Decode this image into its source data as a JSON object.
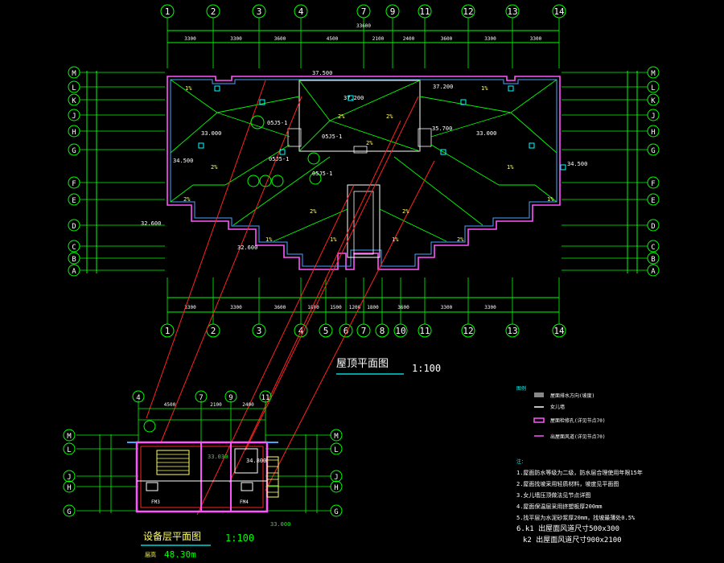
{
  "colors": {
    "background": "#000000",
    "axis": "#00ff00",
    "wall": "#ff55ff",
    "wall_inner": "#4aa3ff",
    "text": "#ffffff",
    "annotation": "#ffff66",
    "slope": "#00ffff",
    "hatch": "#ff2222",
    "dim": "#00ff00",
    "white": "#ffffff"
  },
  "top_plan": {
    "col_labels_top": [
      "1",
      "2",
      "3",
      "4",
      "7",
      "9",
      "11",
      "12",
      "13",
      "14"
    ],
    "col_labels_bottom": [
      "1",
      "2",
      "3",
      "4",
      "5",
      "6",
      "7",
      "8",
      "10",
      "11",
      "12",
      "13",
      "14"
    ],
    "row_labels": [
      "M",
      "L",
      "K",
      "J",
      "H",
      "G",
      "F",
      "E",
      "D",
      "C",
      "B",
      "A"
    ],
    "top_dims": [
      "3300",
      "3300",
      "3600",
      "4500",
      "2100",
      "2400",
      "3600",
      "3300",
      "3300"
    ],
    "total_dim": "33600",
    "bottom_dims": [
      "3300",
      "3300",
      "3600",
      "1800",
      "1500",
      "1200",
      "1800",
      "3600",
      "3300",
      "3300"
    ],
    "title": "屋顶平面图",
    "scale": "1:100",
    "elevations": [
      "37.500",
      "37.200",
      "37.200",
      "33.000",
      "33.000",
      "35.700",
      "34.500",
      "34.500",
      "32.600",
      "32.600"
    ],
    "slopes": [
      "1%",
      "1%",
      "2%",
      "2%",
      "2%",
      "1%",
      "2%",
      "2%",
      "2%",
      "1%",
      "1%",
      "1%",
      "1%",
      "2%",
      "2%"
    ],
    "details": [
      "05J5-1",
      "05J5-1",
      "05J5-1",
      "05J5-1"
    ]
  },
  "bottom_plan": {
    "col_labels": [
      "4",
      "7",
      "9",
      "11"
    ],
    "row_labels_left": [
      "M",
      "L",
      "J",
      "H",
      "G"
    ],
    "row_labels_right": [
      "M",
      "L",
      "J",
      "H",
      "G"
    ],
    "dims": [
      "4500",
      "2100",
      "2400"
    ],
    "title": "设备层平面图",
    "scale": "1:100",
    "height_label": "层高",
    "height_value": "48.30m",
    "elevations": [
      "33.030",
      "34.800",
      "33.000"
    ],
    "rooms": [
      "FM3",
      "FM4"
    ]
  },
  "legend": {
    "title": "图例",
    "items": [
      "屋面排水方向(坡度)",
      "女儿墙",
      "屋面检修孔(详见节点70)",
      "出屋面风道(详见节点70)"
    ]
  },
  "notes": {
    "title": "注：",
    "lines": [
      "1.屋面防水等级为二级，防水层合理使用年限15年",
      "2.屋面找坡采用轻质材料，坡度见平面图",
      "3.女儿墙压顶做法见节点详图",
      "4.屋面保温层采用挤塑板厚200mm",
      "5.找平层为水泥砂浆厚20mm，找坡最薄处0.5%",
      "6.k1  出屋面风道尺寸500x300",
      "k2  出屋面风道尺寸900x2100"
    ]
  }
}
